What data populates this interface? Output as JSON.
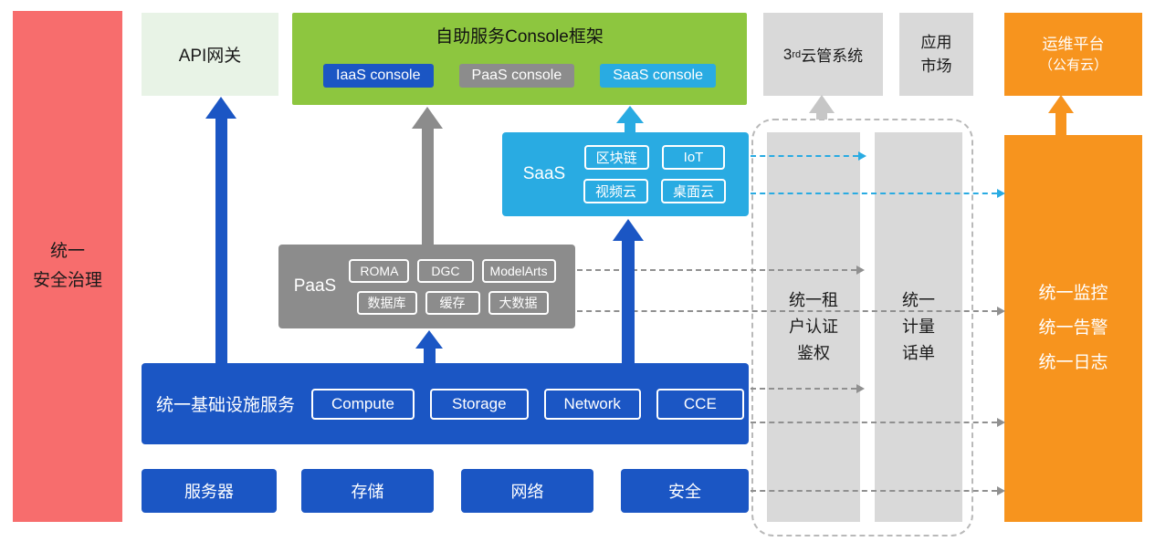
{
  "colors": {
    "blue": "#1B56C4",
    "green": "#8DC63F",
    "light_green": "#E8F3E6",
    "cyan": "#29ABE2",
    "gray": "#8C8C8C",
    "light_gray": "#D9D9D9",
    "orange": "#F7941E",
    "red": "#F76D6D"
  },
  "security_bar": {
    "lines": [
      "统一",
      "安全治理"
    ]
  },
  "api_gateway": {
    "label": "API网关"
  },
  "console_frame": {
    "title": "自助服务Console框架",
    "consoles": [
      {
        "label": "IaaS console"
      },
      {
        "label": "PaaS console"
      },
      {
        "label": "SaaS console"
      }
    ]
  },
  "third_cloud": {
    "prefix": "3",
    "sup": "rd",
    "suffix": "云管系统"
  },
  "app_market": {
    "lines": [
      "应用",
      "市场"
    ]
  },
  "ops_platform": {
    "lines": [
      "运维平台",
      "（公有云）"
    ]
  },
  "saas_layer": {
    "label": "SaaS",
    "items": [
      "区块链",
      "IoT",
      "视频云",
      "桌面云"
    ]
  },
  "paas_layer": {
    "label": "PaaS",
    "items": [
      "ROMA",
      "DGC",
      "ModelArts",
      "数据库",
      "缓存",
      "大数据"
    ]
  },
  "infra_layer": {
    "label": "统一基础设施服务",
    "items": [
      "Compute",
      "Storage",
      "Network",
      "CCE"
    ]
  },
  "hardware_row": {
    "items": [
      "服务器",
      "存储",
      "网络",
      "安全"
    ]
  },
  "auth_column": {
    "lines": [
      "统一租",
      "户认证",
      "鉴权"
    ]
  },
  "metering_column": {
    "lines": [
      "统一",
      "计量",
      "话单"
    ]
  },
  "monitor_bar": {
    "lines": [
      "统一监控",
      "统一告警",
      "统一日志"
    ]
  }
}
